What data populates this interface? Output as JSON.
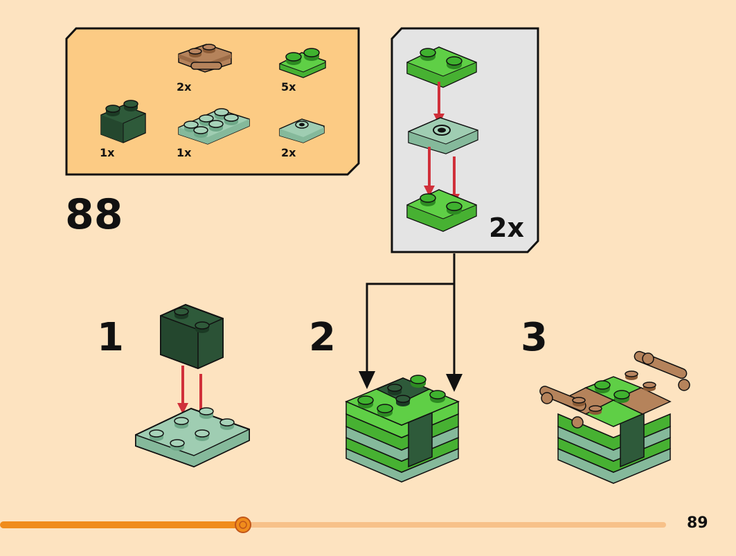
{
  "step_number": "88",
  "page_number": "89",
  "progress": 0.365,
  "parts": [
    {
      "name": "dark-green-brick-1x2",
      "qty": "1x"
    },
    {
      "name": "tan-plate-with-bar-handle",
      "qty": "2x"
    },
    {
      "name": "sand-green-plate-2x3",
      "qty": "1x"
    },
    {
      "name": "bright-green-plate-1x2",
      "qty": "5x"
    },
    {
      "name": "sand-green-jumper-plate-1x2",
      "qty": "2x"
    }
  ],
  "subassembly": {
    "multiplier": "2x"
  },
  "substeps": [
    {
      "label": "1"
    },
    {
      "label": "2"
    },
    {
      "label": "3"
    }
  ],
  "colors": {
    "background": "#fde3c0",
    "panel_orange": "#fccb84",
    "panel_grey": "#e4e4e4",
    "bright_green": "#5fcf46",
    "dark_green": "#2e5a3a",
    "sand_green": "#9fcdb2",
    "tan": "#b5835b",
    "arrow_red": "#d0303a",
    "progress": "#f08c1c",
    "progress_track": "#f7c189"
  }
}
